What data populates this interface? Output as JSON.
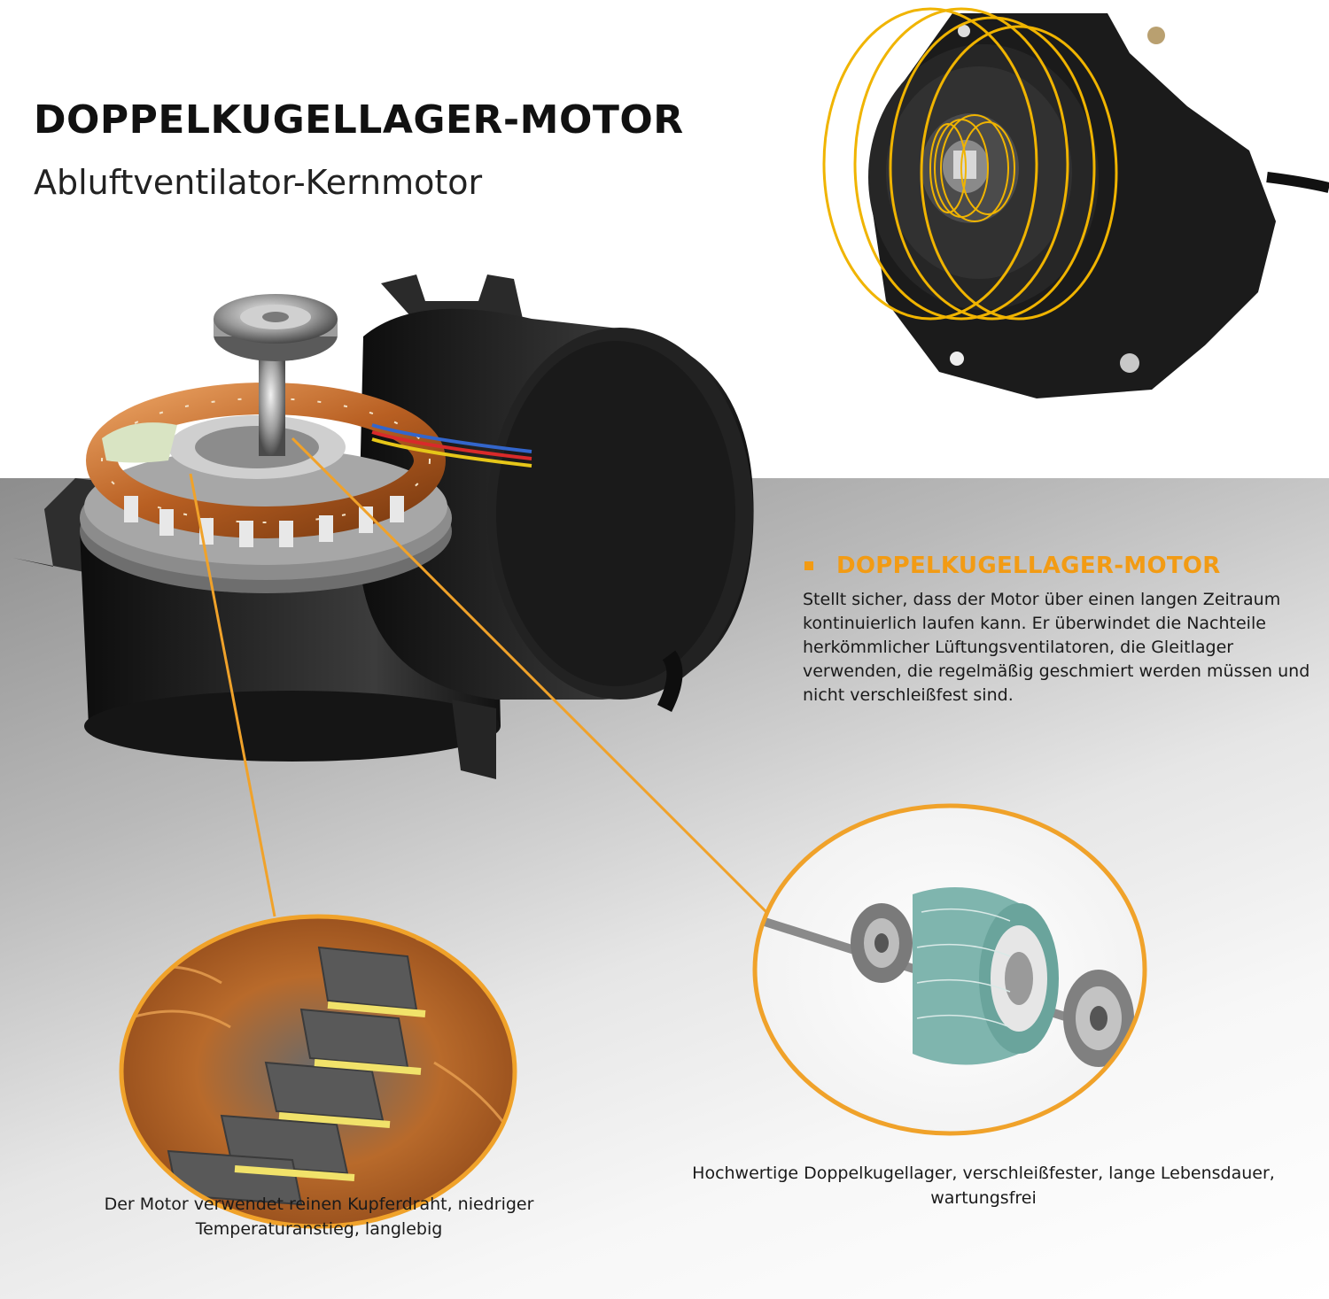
{
  "header": {
    "title": "DOPPELKUGELLAGER-MOTOR",
    "subtitle": "Abluftventilator-Kernmotor"
  },
  "feature": {
    "title": "DOPPELKUGELLAGER-MOTOR",
    "body": "Stellt sicher, dass der Motor über einen langen Zeitraum kontinuierlich laufen kann. Er überwindet die Nachteile herkömmlicher Lüftungsventilatoren, die Gleitlager verwenden, die regelmäßig geschmiert werden müssen und nicht verschleißfest sind."
  },
  "captions": {
    "bearing": "Hochwertige Doppelkugellager, verschleißfester, lange Lebensdauer, wartungsfrei",
    "copper": "Der Motor verwendet reinen Kupferdraht, niedriger Temperaturanstieg, langlebig"
  },
  "colors": {
    "accent": "#f29b14",
    "motor_body": "#1c1c1c",
    "copper": "#c8702e"
  }
}
